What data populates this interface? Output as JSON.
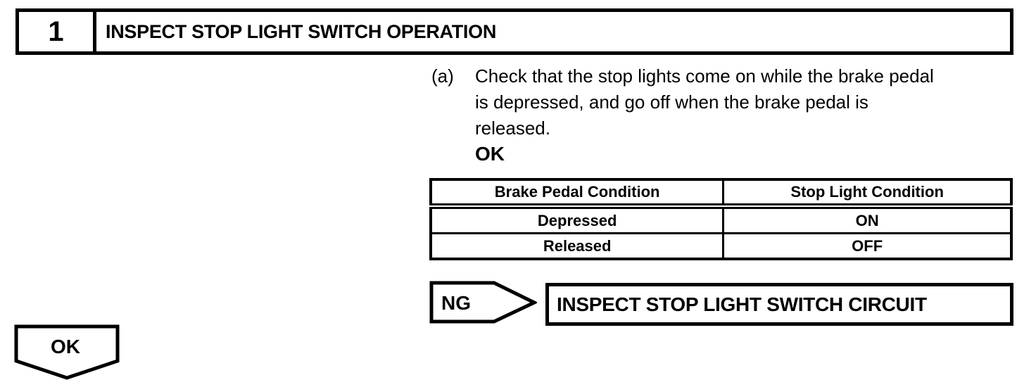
{
  "page": {
    "background": "#ffffff",
    "ink": "#000000"
  },
  "step_header": {
    "number": "1",
    "title": "INSPECT STOP LIGHT SWITCH OPERATION"
  },
  "instruction": {
    "marker": "(a)",
    "lines": [
      "Check that the stop lights come on while the brake pedal",
      "is depressed, and go off when the brake pedal is",
      "released."
    ],
    "result_label": "OK"
  },
  "table": {
    "columns": [
      "Brake Pedal Condition",
      "Stop Light Condition"
    ],
    "rows": [
      [
        "Depressed",
        "ON"
      ],
      [
        "Released",
        "OFF"
      ]
    ]
  },
  "ng_branch": {
    "label": "NG",
    "action": "INSPECT STOP LIGHT SWITCH CIRCUIT"
  },
  "ok_branch": {
    "label": "OK"
  }
}
